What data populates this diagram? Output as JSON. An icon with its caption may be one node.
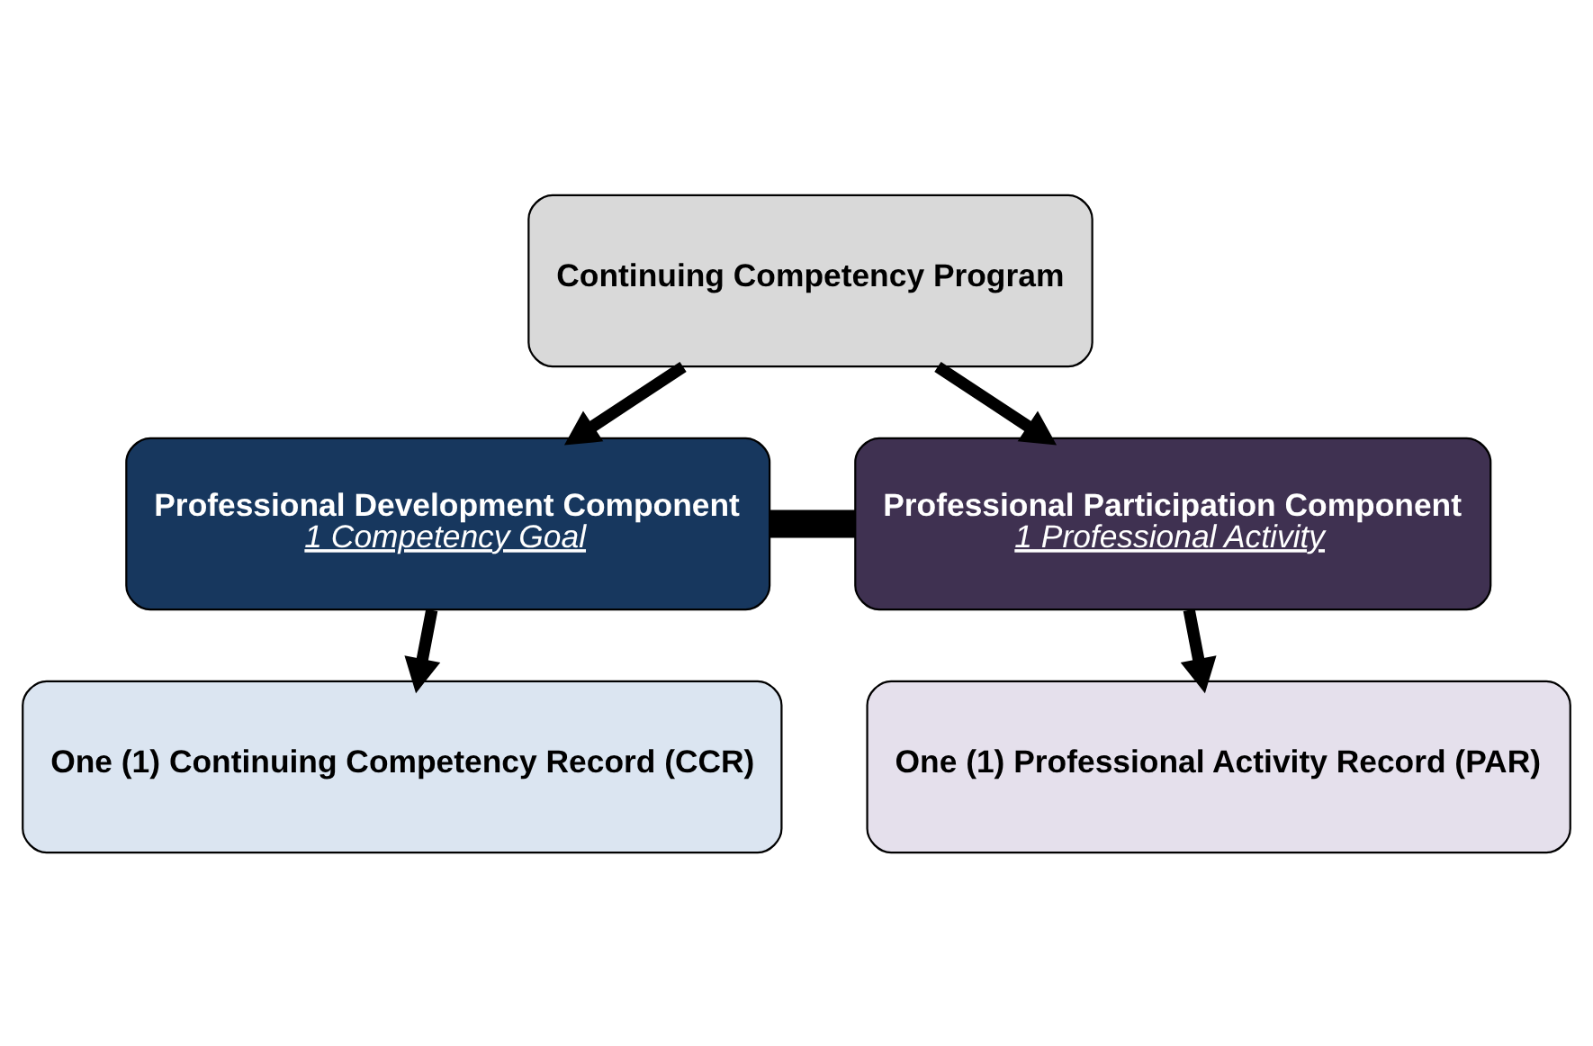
{
  "diagram": {
    "nodes": [
      {
        "text": [
          "Continuing Competency Program"
        ]
      },
      {
        "text": [
          "Professional Development Component",
          "1 Competency Goal"
        ]
      },
      {
        "text": [
          "Professional Participation Component",
          "1 Professional Activity"
        ]
      },
      {
        "text": [
          "One (1) Continuing Competency Record (CCR)"
        ]
      },
      {
        "text": [
          "One (1) Professional Activity Record (PAR)"
        ]
      }
    ],
    "edges": [
      {
        "from": 0,
        "to": 1,
        "arrow": "to"
      },
      {
        "from": 0,
        "to": 2,
        "arrow": "to"
      },
      {
        "from": 1,
        "to": 2,
        "arrow": "none",
        "style": "thick"
      },
      {
        "from": 1,
        "to": 3,
        "arrow": "to"
      },
      {
        "from": 2,
        "to": 4,
        "arrow": "to"
      }
    ]
  }
}
